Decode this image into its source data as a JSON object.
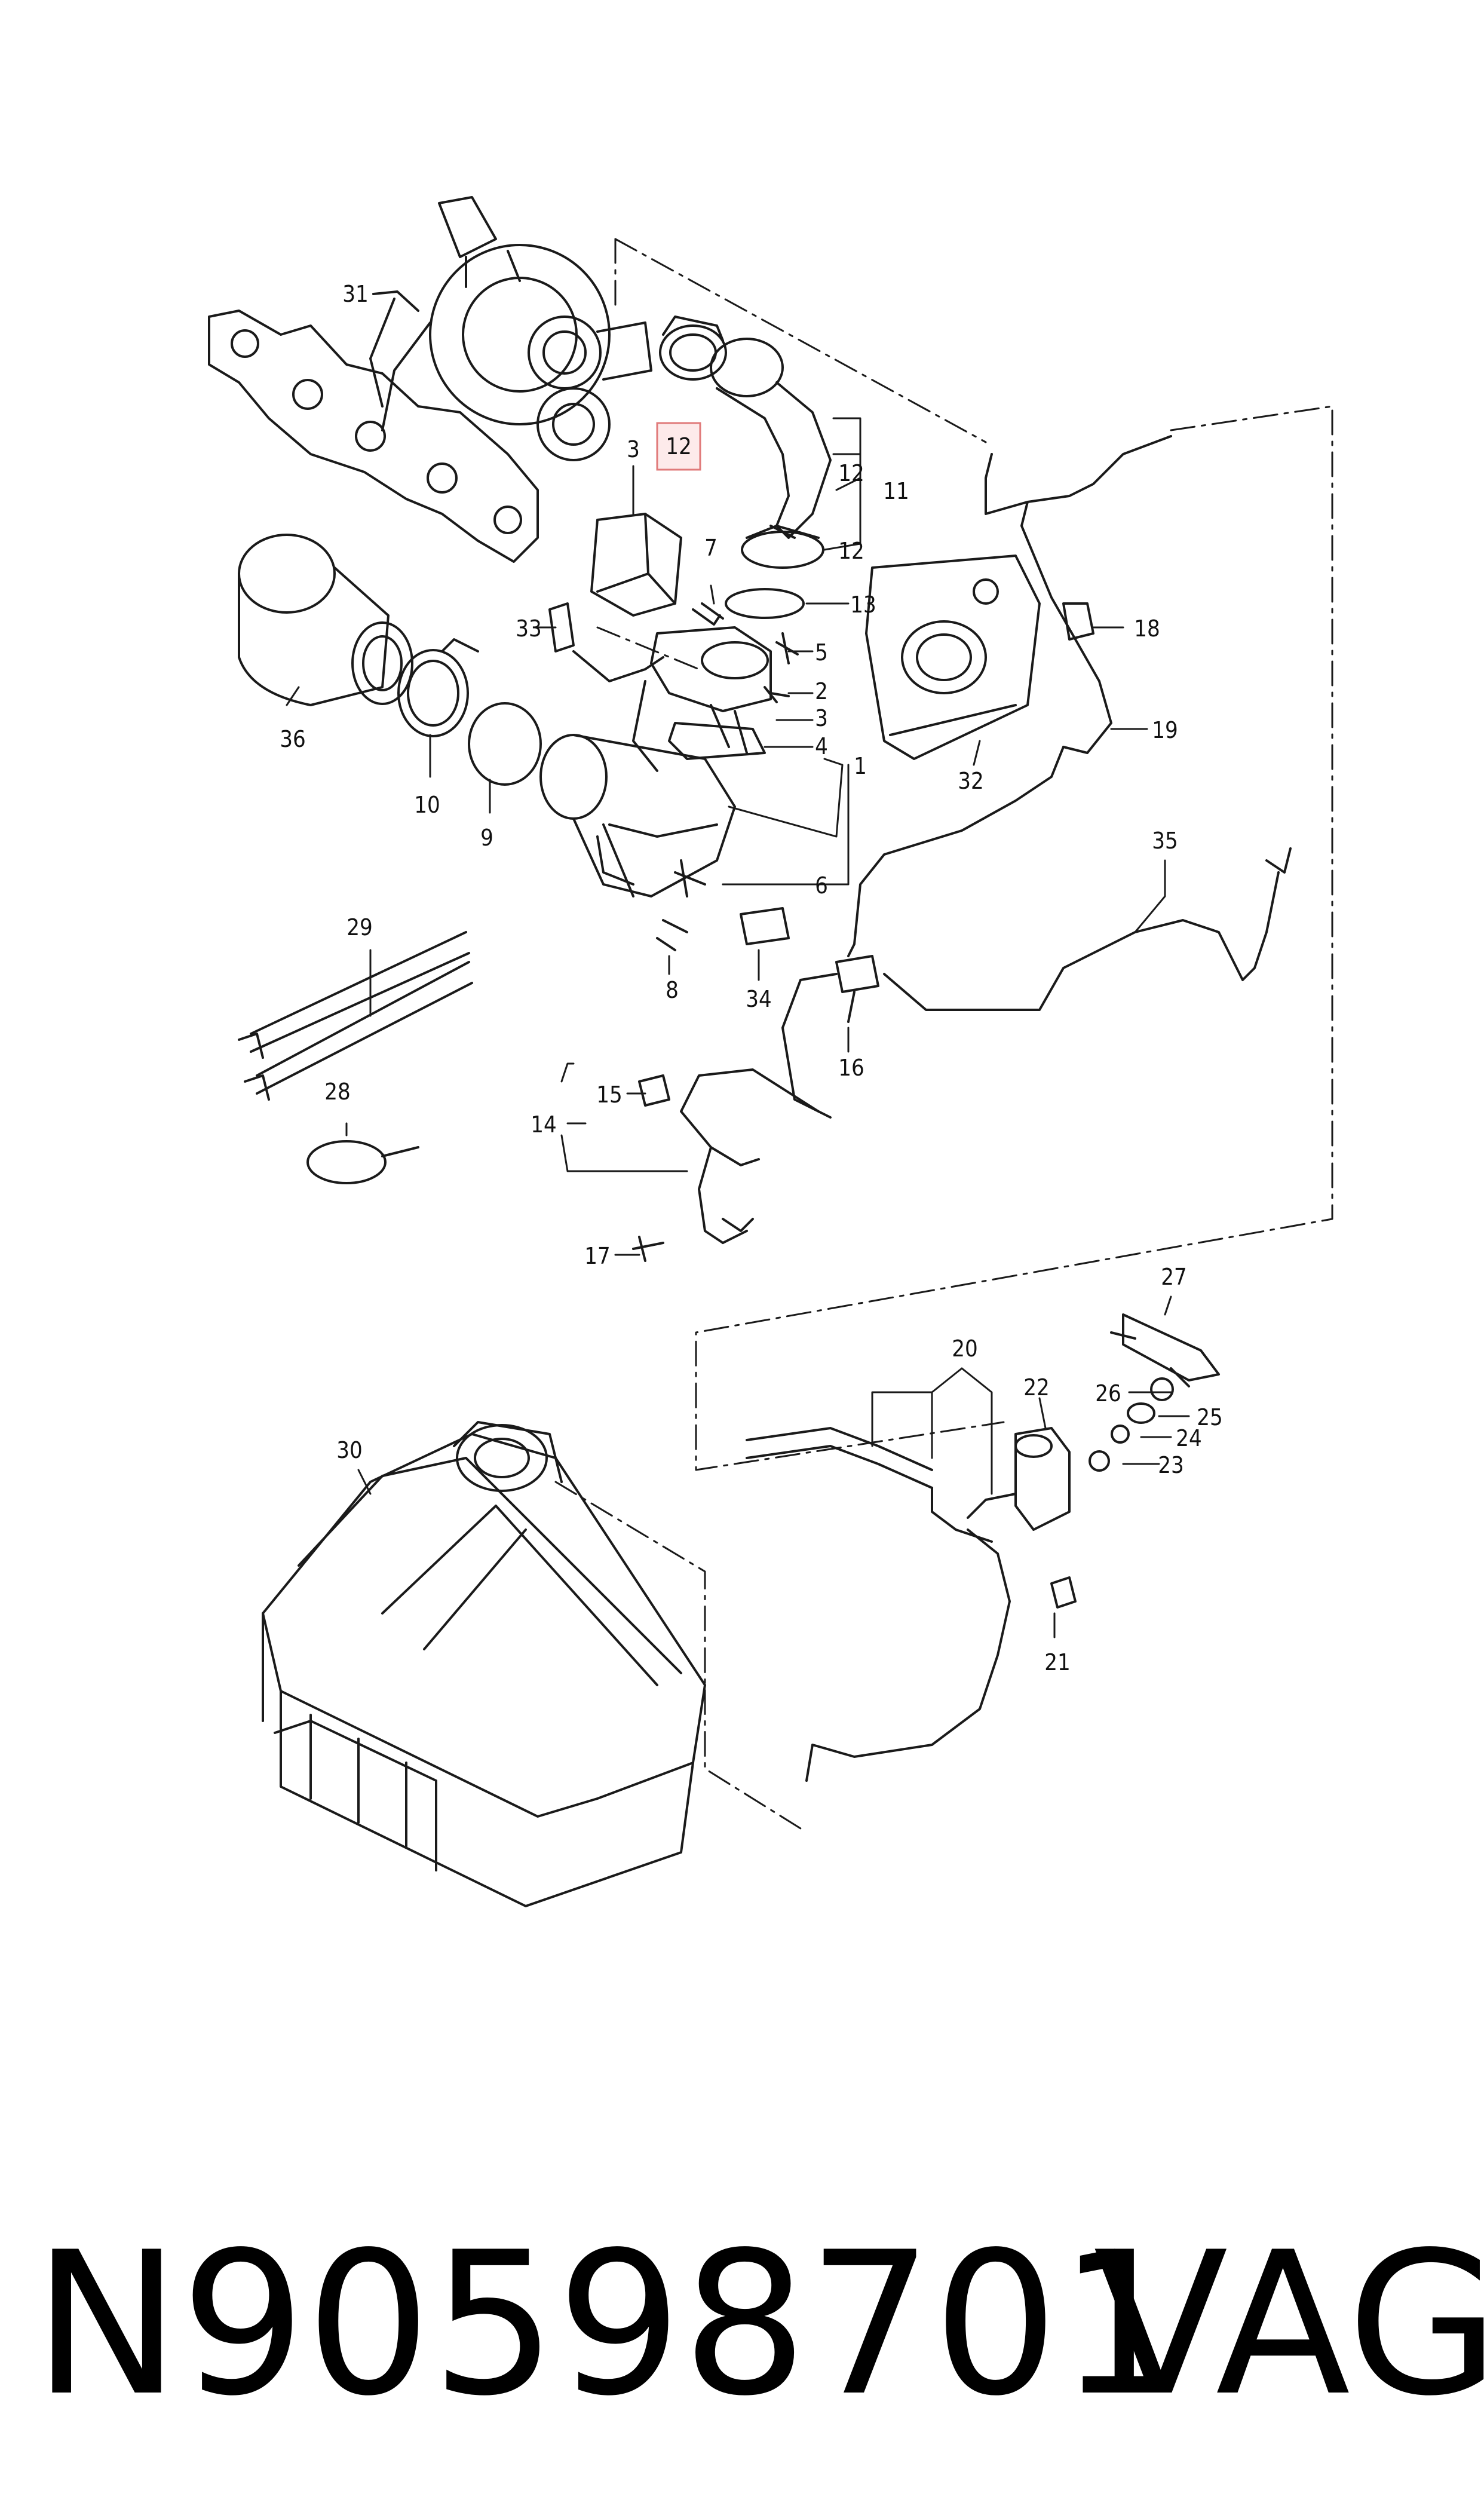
{
  "callouts": [
    "31",
    "12",
    "3",
    "12",
    "11",
    "7",
    "12",
    "13",
    "33",
    "5",
    "2",
    "3",
    "4",
    "1",
    "36",
    "10",
    "9",
    "6",
    "8",
    "34",
    "18",
    "19",
    "32",
    "35",
    "29",
    "28",
    "15",
    "14",
    "16",
    "17",
    "27",
    "20",
    "22",
    "26",
    "25",
    "24",
    "23",
    "21",
    "30"
  ],
  "footer": {
    "part_number": "N90598701",
    "brand": "VAG"
  },
  "colors": {
    "line": "#1a1a1a",
    "highlight_border": "#e07a7a",
    "highlight_fill": "#fdeaea",
    "background": "#ffffff"
  }
}
